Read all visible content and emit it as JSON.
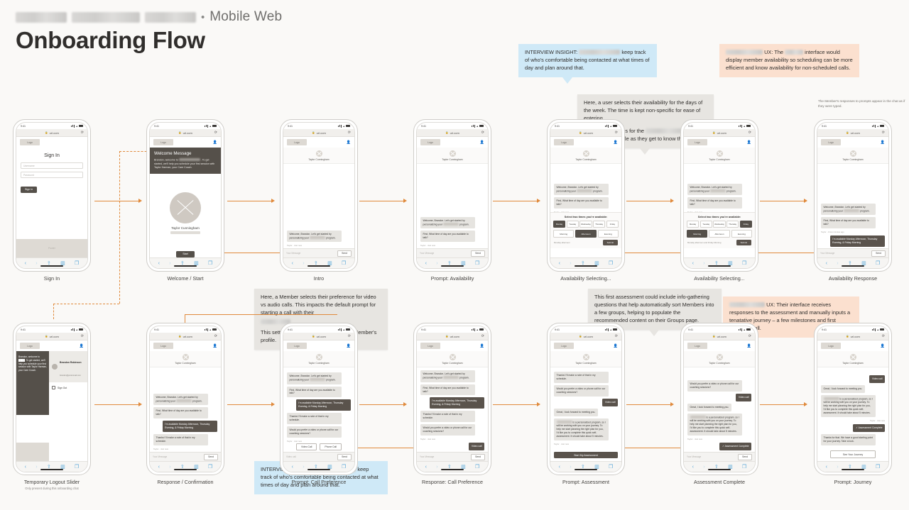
{
  "header": {
    "project_redacted": "████ ██████ █████",
    "separator": "•",
    "platform": "Mobile Web",
    "title": "Onboarding Flow"
  },
  "callouts": {
    "insight_top": {
      "label": "INTERVIEW INSIGHT:",
      "redacted": "████ ██████",
      "text": "keep track of who's comfortable being contacted at what times of day and plan around that."
    },
    "ux_top": {
      "redacted": "██████",
      "label": "UX: The",
      "redacted2": "█████",
      "text": "interface would display member availability so scheduling can be more efficient and know availability for non-scheduled calls."
    },
    "gray_availability": {
      "p1": "Here, a user selects their availability for the days of the week. The time is kept non-specific for ease of entering.",
      "p2_pre": "This info populates for the",
      "p2_redacted": "████████",
      "p2_post": "who can adjust the schedule as they get to know the Member."
    },
    "note_responses": "The Member's responses to prompts appear in the chat as if they were typed.",
    "gray_call_pref": {
      "p1_pre": "Here, a Member selects their preference for video vs audio calls. This impacts the default prompt for starting a call with their",
      "p1_redacted": "███████",
      "p2": "This setting can be changed later in the Member's profile."
    },
    "gray_assessment": {
      "p1": "This first assessment could include info-gathering questions that help automatically sort Members into a few groups, helping to populate the recommended content on their Groups page."
    },
    "ux_bottom": {
      "redacted": "████ █████",
      "label": "UX: Their interface receives",
      "text": "responses to the assessment and manually inputs a tenatative journey – a few milestones and first coaching call."
    },
    "insight_bottom": {
      "label": "INTERVIEW INSIGHT:",
      "redacted": "████ ██████",
      "text": "keep track of who's comfortable being contacted at what times of day and plan around that."
    }
  },
  "phone_chrome": {
    "time": "9:41",
    "url": "url.com",
    "lock_icon": "lock-icon",
    "reload_icon": "reload-icon",
    "logo_label": "Logo",
    "person_icon": "person-icon",
    "nav": {
      "back": "‹",
      "forward": "›",
      "share": "share-icon",
      "bookmarks": "book-icon",
      "tabs": "tabs-icon"
    }
  },
  "screens": [
    {
      "id": "signin",
      "caption": "Sign In",
      "title": "Sign In",
      "fields": [
        {
          "placeholder": "Username"
        },
        {
          "placeholder": "Password"
        }
      ],
      "button": "Sign In",
      "footer": "Footer"
    },
    {
      "id": "welcome",
      "caption": "Welcome / Start",
      "card_title": "Welcome Message",
      "card_body_pre": "Brandon, welcome to",
      "card_body_redacted": "█████████",
      "card_body_post": ". To get started, we'll help you schedule your first session with Taylor Harman, your Care Coach.",
      "coach_name": "Taylor Cunningham",
      "button": "Start"
    },
    {
      "id": "intro",
      "caption": "Intro",
      "chat_name": "Taylor Cunningham",
      "messages": [
        {
          "from": "them",
          "text_pre": "Welcome, Brandon. Let's get started by personalizing your",
          "redacted": "█████",
          "text_post": "program."
        }
      ],
      "meta": "Taylor · Just now",
      "composer_placeholder": "Your Message",
      "send": "Send"
    },
    {
      "id": "prompt-availability",
      "caption": "Prompt: Availability",
      "chat_name": "Taylor Cunningham",
      "messages": [
        {
          "from": "them",
          "text_pre": "Welcome, Brandon. Let's get started by personalizing your",
          "redacted": "█████",
          "text_post": "program."
        },
        {
          "from": "them",
          "text": "First, What time of day are you available to talk?"
        }
      ],
      "meta": "Taylor · Just now",
      "composer_placeholder": "Your Message",
      "send": "Send"
    },
    {
      "id": "availability-selecting-1",
      "caption": "Availability Selecting...",
      "chat_name": "Taylor Cunningham",
      "messages": [
        {
          "from": "them",
          "text_pre": "Welcome, Brandon. Let's get started by personalizing your",
          "redacted": "█████",
          "text_post": "program."
        },
        {
          "from": "them",
          "text": "First, What time of day are you available to talk?"
        }
      ],
      "meta": "Taylor · Just now",
      "select_title": "Select two times you're available:",
      "days": [
        {
          "label": "Monday",
          "selected": true
        },
        {
          "label": "Tuesday",
          "selected": false
        },
        {
          "label": "Wednesday",
          "selected": false
        },
        {
          "label": "Thursday",
          "selected": false
        },
        {
          "label": "Friday",
          "selected": false
        }
      ],
      "times": [
        {
          "label": "Morning",
          "selected": false
        },
        {
          "label": "Afternoon",
          "selected": true
        },
        {
          "label": "Evening",
          "selected": false
        }
      ],
      "chosen_text": "Monday afternoon",
      "submit": "Submit"
    },
    {
      "id": "availability-selecting-2",
      "caption": "Availability Selecting...",
      "chat_name": "Taylor Cunningham",
      "messages": [
        {
          "from": "them",
          "text_pre": "Welcome, Brandon. Let's get started by personalizing your",
          "redacted": "█████",
          "text_post": "program."
        },
        {
          "from": "them",
          "text": "First, What time of day are you available to talk?"
        }
      ],
      "meta": "Taylor · Just now",
      "select_title": "Select two times you're available:",
      "days": [
        {
          "label": "Monday",
          "selected": false
        },
        {
          "label": "Tuesday",
          "selected": false
        },
        {
          "label": "Wednesday",
          "selected": false
        },
        {
          "label": "Thursday",
          "selected": false
        },
        {
          "label": "Friday",
          "selected": true
        }
      ],
      "times": [
        {
          "label": "Morning",
          "selected": true
        },
        {
          "label": "Afternoon",
          "selected": false
        },
        {
          "label": "Evening",
          "selected": false
        }
      ],
      "chosen_text": "Monday afternoon and Friday Morning",
      "submit": "Submit"
    },
    {
      "id": "availability-response",
      "caption": "Availability Response",
      "chat_name": "Taylor Cunningham",
      "messages": [
        {
          "from": "them",
          "text_pre": "Welcome, Brandon. Let's get started by personalizing your",
          "redacted": "█████",
          "text_post": "program."
        },
        {
          "from": "them",
          "text": "First, What time of day are you available to talk?"
        },
        {
          "from": "me",
          "text": "I'm available Monday Afternoon, Thursday Evening, & Friday Morning"
        }
      ],
      "meta": "Taylor · A few minutes ago",
      "composer_placeholder": "Your Message",
      "send": "Send"
    },
    {
      "id": "logout-slider",
      "caption": "Temporary Logout Slider",
      "subcaption": "Only present during this onboarding chat",
      "account_name": "Brandon Robinson",
      "account_email": "brandon@protonmail.com",
      "signout": "Sign Out",
      "behind_text": "Brandon, welcome to ████. To get started, we'll help you schedule your first session with Taylor Harman, your Care Coach."
    },
    {
      "id": "response-confirmation",
      "caption": "Response / Confirmation",
      "chat_name": "Taylor Cunningham",
      "messages": [
        {
          "from": "them",
          "text_pre": "Welcome, Brandon. Let's get started by personalizing your",
          "redacted": "█████",
          "text_post": "program."
        },
        {
          "from": "them",
          "text": "First, What time of day are you available to talk?"
        },
        {
          "from": "me",
          "text": "I'm available Monday Afternoon, Thursday Evening, & Friday Morning"
        },
        {
          "from": "them",
          "text": "Thanks! I'll make a note of that in my schedule."
        }
      ],
      "meta": "Taylor · Just now",
      "composer_placeholder": "Your Message",
      "send": "Send"
    },
    {
      "id": "prompt-call-preference",
      "caption": "Prompt: Call Preference",
      "chat_name": "Taylor Cunningham",
      "messages": [
        {
          "from": "them",
          "text_pre": "Welcome, Brandon. Let's get started by personalizing your",
          "redacted": "█████",
          "text_post": "program."
        },
        {
          "from": "them",
          "text": "First, What time of day are you available to talk?"
        },
        {
          "from": "me",
          "text": "I'm available Monday Afternoon, Thursday Evening, & Friday Morning"
        },
        {
          "from": "them",
          "text": "Thanks! I'll make a note of that in my schedule."
        },
        {
          "from": "them",
          "text": "Would you prefer a video or phone call for our coaching sessions?"
        }
      ],
      "meta": "Taylor · Just now",
      "actions": [
        "Video Call",
        "Phone Call"
      ],
      "composer_placeholder": "Video call",
      "send": "Send"
    },
    {
      "id": "response-call-preference",
      "caption": "Response: Call Preference",
      "chat_name": "Taylor Cunningham",
      "messages": [
        {
          "from": "them",
          "text_pre": "Welcome, Brandon. Let's get started by personalizing your",
          "redacted": "█████",
          "text_post": "program."
        },
        {
          "from": "them",
          "text": "First, What time of day are you available to talk?"
        },
        {
          "from": "me",
          "text": "I'm available Monday Afternoon, Thursday Evening, & Friday Morning"
        },
        {
          "from": "them",
          "text": "Thanks! I'll make a note of that in my schedule."
        },
        {
          "from": "them",
          "text": "Would you prefer a video or phone call for our coaching sessions?"
        },
        {
          "from": "me",
          "text": "Video call"
        }
      ],
      "meta": "Taylor · Just now",
      "composer_placeholder": "Your Message",
      "send": "Send"
    },
    {
      "id": "prompt-assessment",
      "caption": "Prompt: Assessment",
      "chat_name": "Taylor Cunningham",
      "messages": [
        {
          "from": "them",
          "text": "Thanks! I'll make a note of that in my schedule."
        },
        {
          "from": "them",
          "text": "Would you prefer a video or phone call for our coaching sessions?"
        },
        {
          "from": "me",
          "text": "Video call"
        },
        {
          "from": "them",
          "text": "Great, I look forward to meeting you."
        },
        {
          "from": "them",
          "text_pre": "",
          "redacted": "█████",
          "text_post": "is a personalized program, so I will be working with you on your journey. To help me start planning the right plan for you, I'd like you to complete this quick self-assessment. It should take about 5 minutes."
        }
      ],
      "meta": "Taylor · Just now",
      "cta": "Start My Assessment"
    },
    {
      "id": "assessment-complete",
      "caption": "Assessment Complete",
      "chat_name": "Taylor Cunningham",
      "messages": [
        {
          "from": "them",
          "text": "Would you prefer a video or phone call for our coaching sessions?"
        },
        {
          "from": "me",
          "text": "Video call"
        },
        {
          "from": "them",
          "text": "Great, I look forward to meeting you."
        },
        {
          "from": "them",
          "text_pre": "",
          "redacted": "█████",
          "text_post": "is a personalized program, so I will be working with you on your journey. To help me start planning the right plan for you, I'd like you to complete this quick self-assessment. It should take about 5 minutes."
        },
        {
          "from": "me",
          "text": "✓ Assessment Complete"
        }
      ],
      "meta": "Taylor · Just now",
      "composer_placeholder": "Your Message",
      "send": "Send"
    },
    {
      "id": "prompt-journey",
      "caption": "Prompt: Journey",
      "chat_name": "Taylor Cunningham",
      "messages": [
        {
          "from": "me",
          "text": "Video call"
        },
        {
          "from": "them",
          "text": "Great, I look forward to meeting you."
        },
        {
          "from": "them",
          "text_pre": "",
          "redacted": "█████",
          "text_post": "is a personalized program, so I will be working with you on your journey. To help me start planning the right plan for you, I'd like you to complete this quick self-assessment. It should take about 5 minutes."
        },
        {
          "from": "me",
          "text": "✓ Assessment Complete"
        },
        {
          "from": "them",
          "text": "Thanks for that. We have a good starting point for your journey. Take a look."
        }
      ],
      "meta": "Taylor · Just now",
      "cta": "See Your Journey"
    }
  ],
  "colors": {
    "accent": "#e08a3c",
    "dark": "#55504a",
    "insight_bg": "#cfe9f7",
    "ux_bg": "#fbe0cf",
    "note_bg": "#e7e5e1",
    "page_bg": "#faf9f7"
  }
}
